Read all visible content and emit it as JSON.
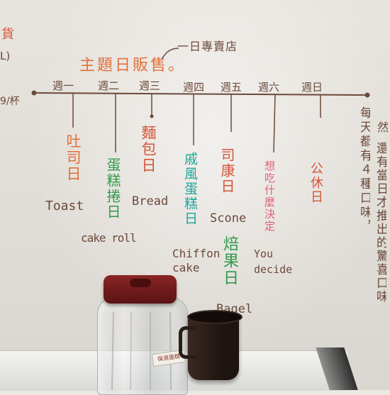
{
  "colors": {
    "wall": "#ece8e2",
    "marker_dark": "#6b4a3a",
    "marker_red": "#d4553b",
    "marker_orange": "#e0703a",
    "marker_green": "#2f9a4a",
    "marker_teal": "#22a59a",
    "marker_pink": "#e0607a",
    "marker_gray": "#7a6f66",
    "jar_lid": "#7a1e1e",
    "mug": "#2a1c18"
  },
  "header": {
    "title": "主題日販售。",
    "note": "一日專賣店"
  },
  "side_fragments": {
    "top_left_1": "貨",
    "top_left_2": "L)",
    "mid_left": "9/杯"
  },
  "weekdays": [
    "週一",
    "週二",
    "週三",
    "週四",
    "週五",
    "週六",
    "週日"
  ],
  "days": [
    {
      "zh": "吐司日",
      "en": "Toast"
    },
    {
      "zh": "蛋糕捲日",
      "en": "cake roll"
    },
    {
      "zh": "麵包日",
      "en": "Bread"
    },
    {
      "zh": "戚風蛋糕日",
      "en": "Chiffon cake"
    },
    {
      "zh": "司康日",
      "en": "Scone",
      "zh2": "焙果日",
      "en2": "Bagel"
    },
    {
      "zh": "想吃什麼決定",
      "en": "You decide"
    },
    {
      "zh": "公休日",
      "en": ""
    }
  ],
  "right_notes": {
    "col1": "每天都有４種口味，",
    "col2": "還有當日才推出的驚喜口味",
    "col3": "然"
  },
  "props": {
    "jar_tag": "保濕蛋糕"
  }
}
